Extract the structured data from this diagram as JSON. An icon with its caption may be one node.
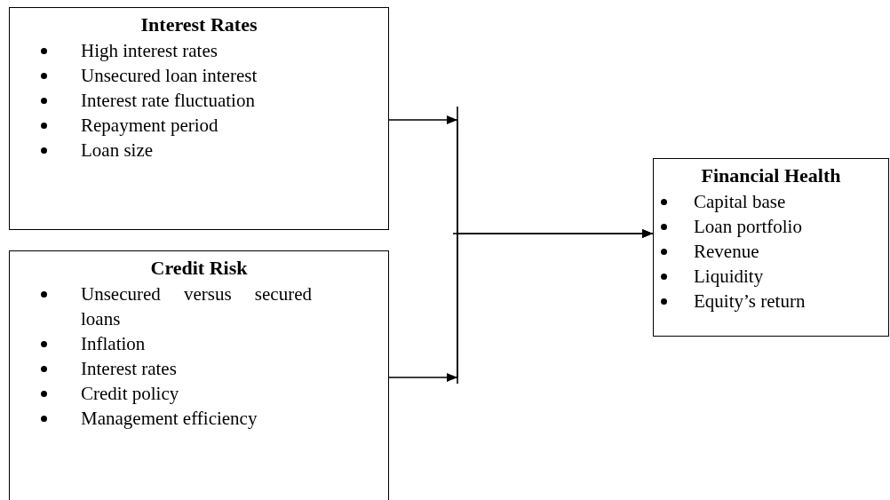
{
  "diagram": {
    "nodes": [
      {
        "text": [
          "Interest Rates",
          "High interest rates",
          "Unsecured loan interest",
          "Interest rate fluctuation",
          "Repayment period",
          "Loan size"
        ]
      },
      {
        "text": [
          "Credit Risk",
          "Unsecured versus secured loans",
          "Inflation",
          "Interest rates",
          "Credit policy",
          "Management efficiency"
        ]
      },
      {
        "text": [
          "Financial Health",
          "Capital base",
          "Loan portfolio",
          "Revenue",
          "Liquidity",
          "Equity’s return"
        ]
      }
    ],
    "edges": [
      {
        "from": 0,
        "to": 2,
        "arrow": "to"
      },
      {
        "from": 1,
        "to": 2,
        "arrow": "to"
      }
    ]
  }
}
